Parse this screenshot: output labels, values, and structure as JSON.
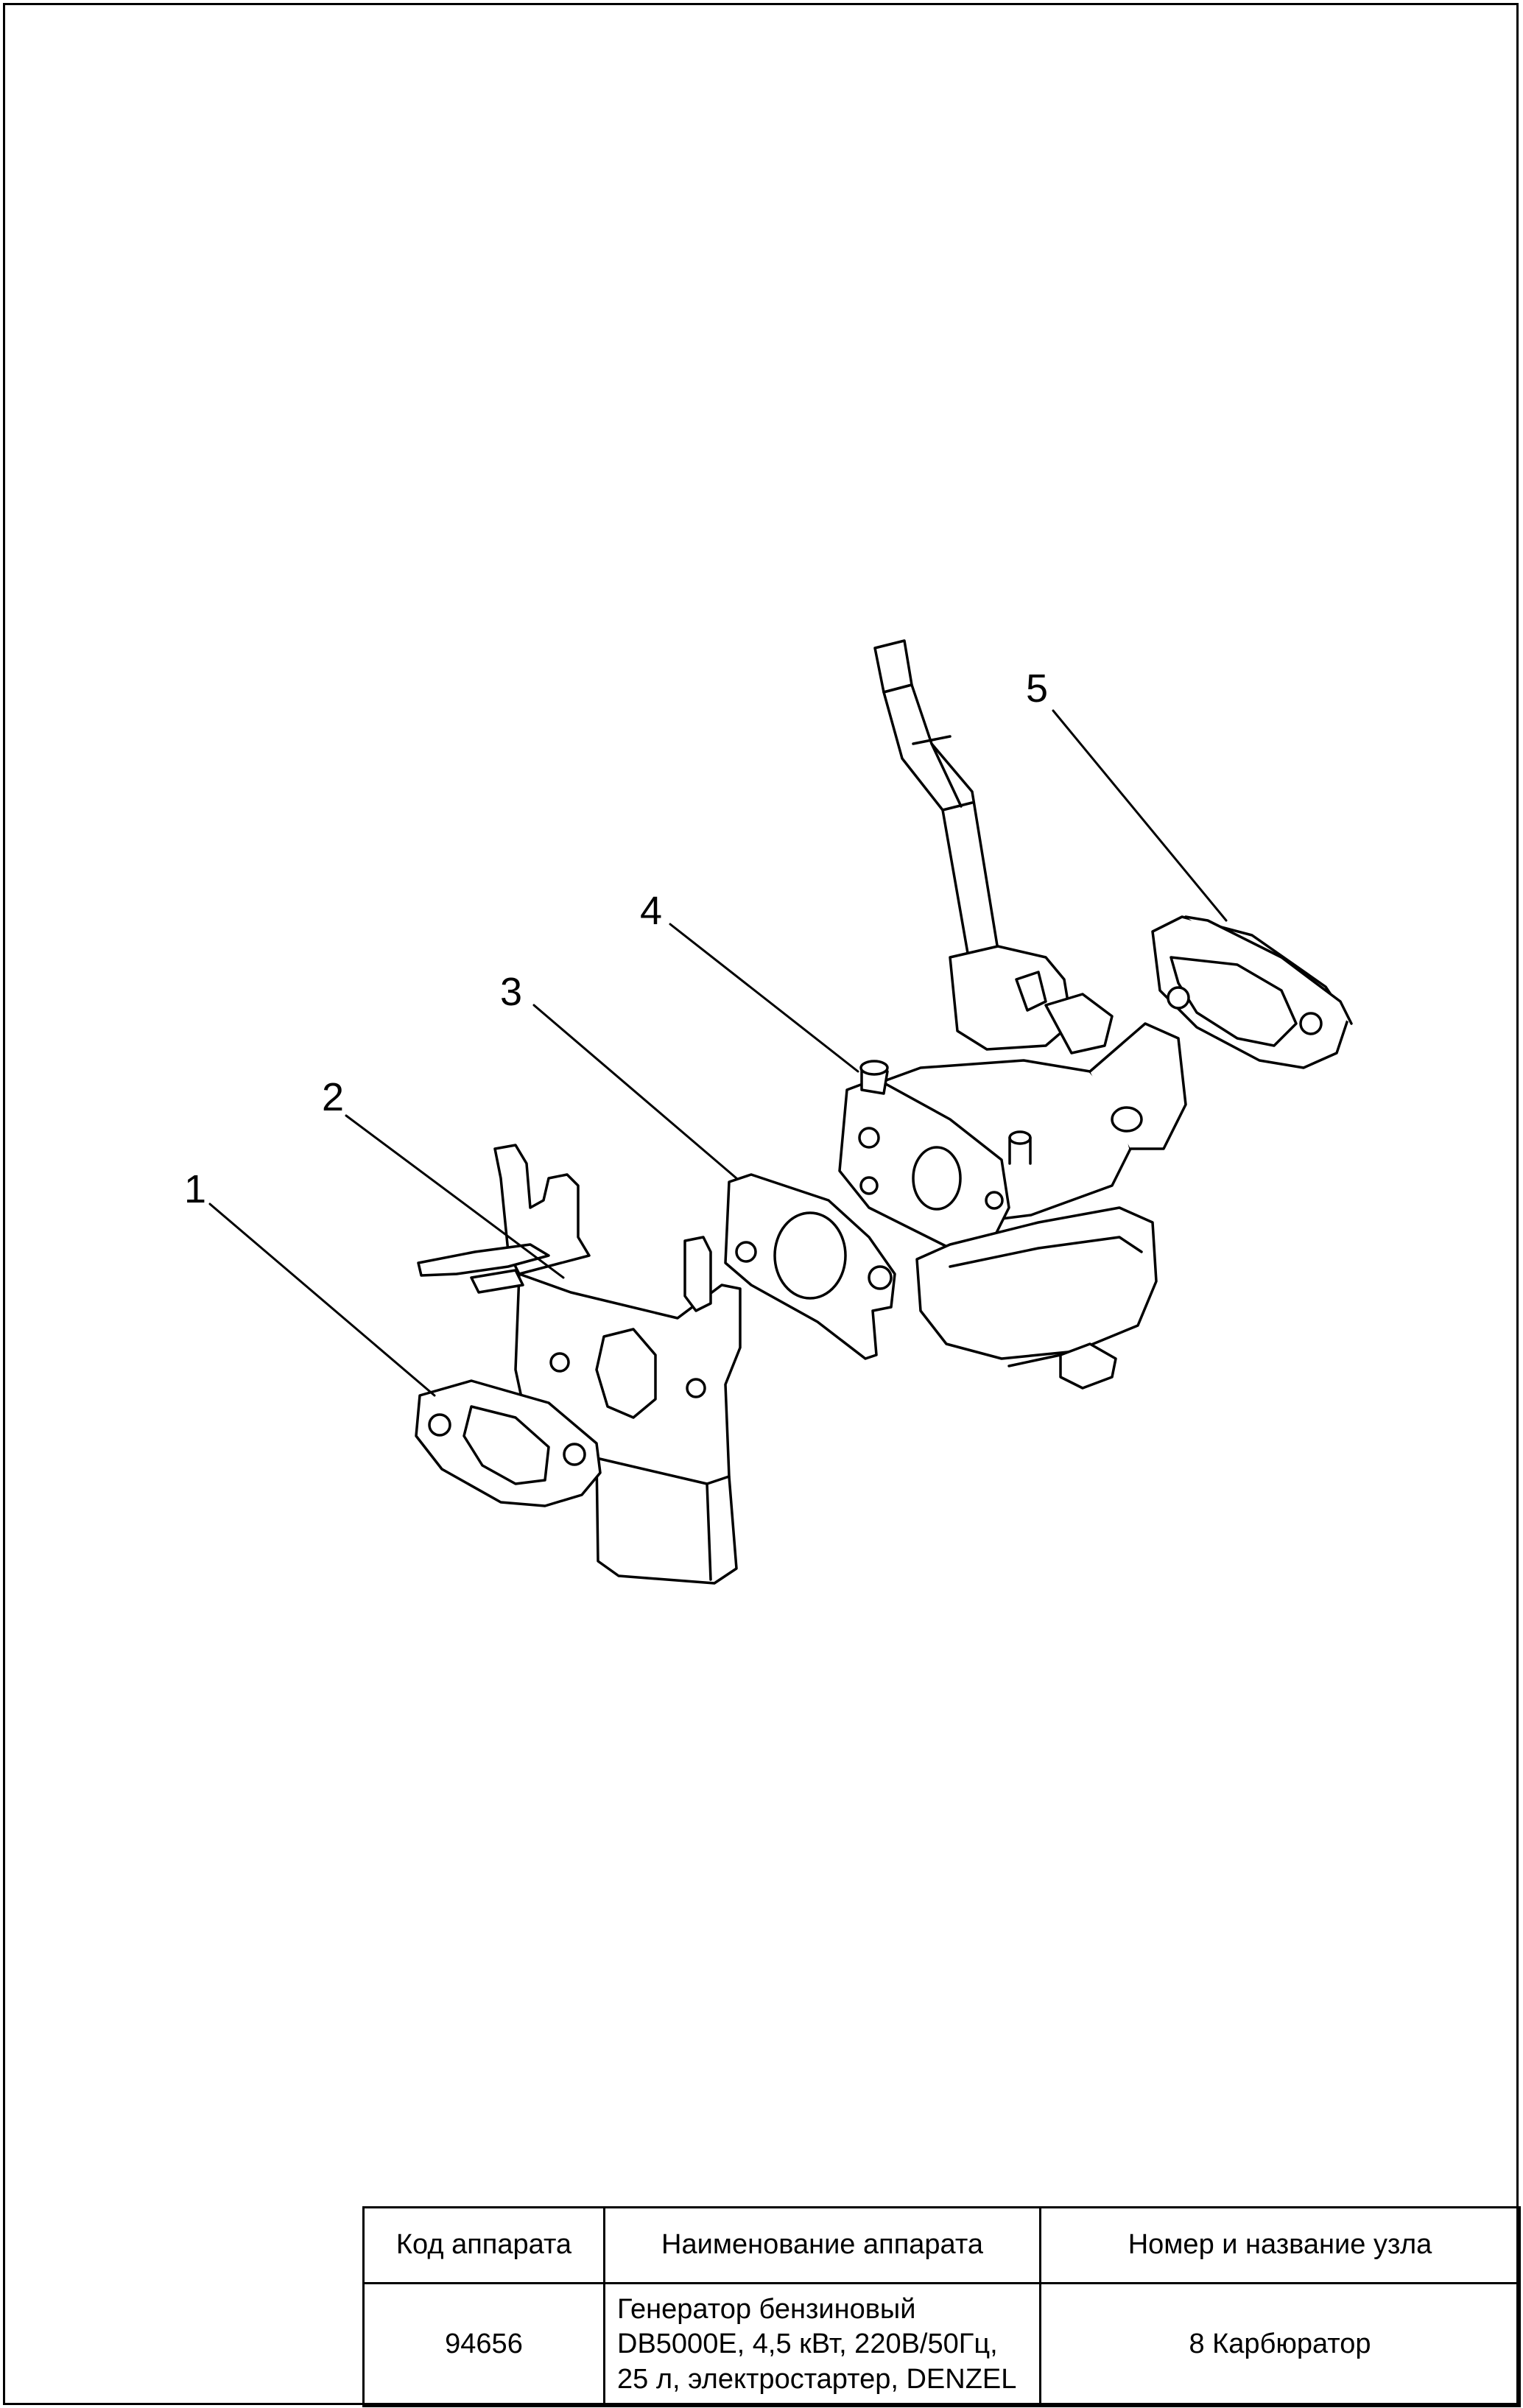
{
  "callouts": [
    "1",
    "2",
    "3",
    "4",
    "5"
  ],
  "title_block": {
    "headers": {
      "code": "Код аппарата",
      "name": "Наименование аппарата",
      "node": "Номер и название узла"
    },
    "values": {
      "code": "94656",
      "name_lines": [
        "Генератор бензиновый",
        "DB5000E, 4,5 кВт, 220В/50Гц,",
        "25 л, электростартер, DENZEL"
      ],
      "node": "8 Карбюратор"
    }
  }
}
